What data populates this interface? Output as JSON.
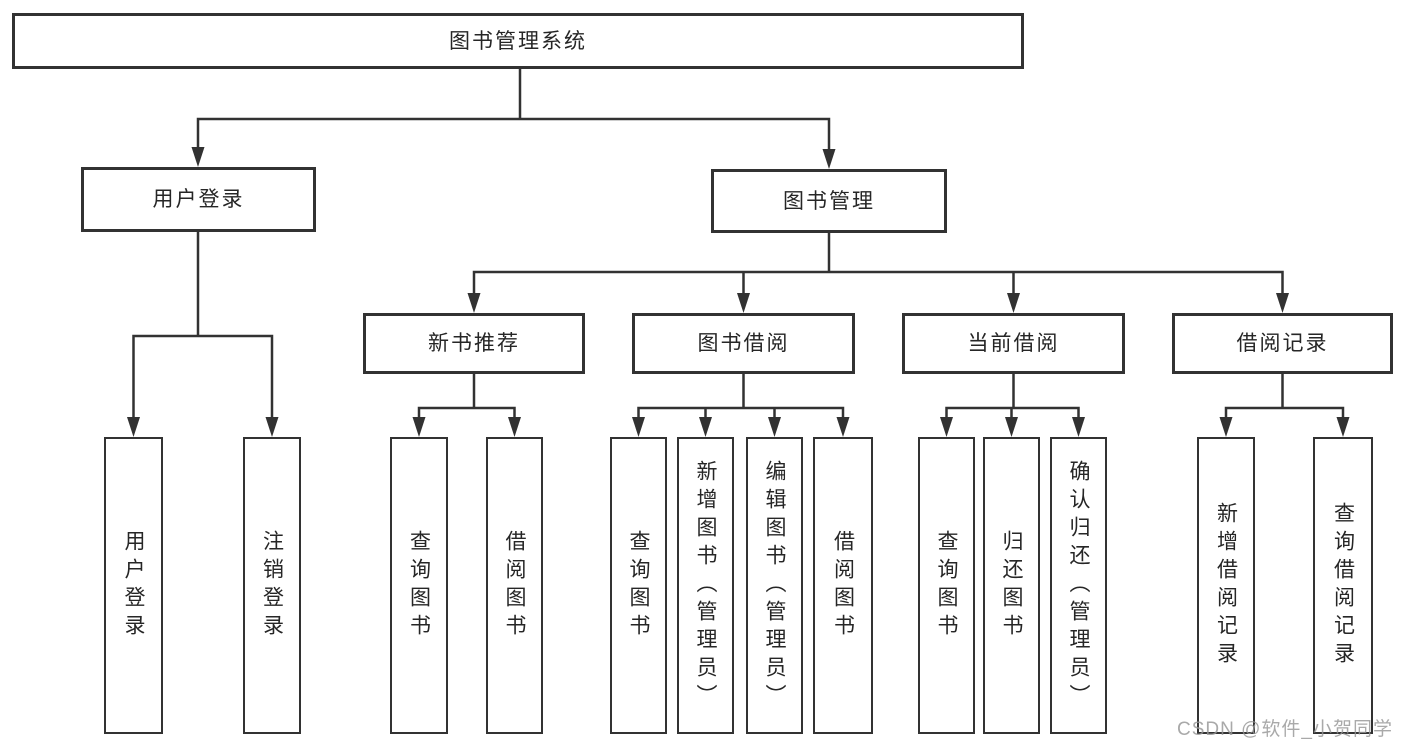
{
  "tree": {
    "label": "图书管理系统",
    "children": [
      {
        "label": "用户登录",
        "children": [
          {
            "label": "用户登录"
          },
          {
            "label": "注销登录"
          }
        ]
      },
      {
        "label": "图书管理",
        "children": [
          {
            "label": "新书推荐",
            "children": [
              {
                "label": "查询图书"
              },
              {
                "label": "借阅图书"
              }
            ]
          },
          {
            "label": "图书借阅",
            "children": [
              {
                "label": "查询图书"
              },
              {
                "label": "新增图书（管理员）"
              },
              {
                "label": "编辑图书（管理员）"
              },
              {
                "label": "借阅图书"
              }
            ]
          },
          {
            "label": "当前借阅",
            "children": [
              {
                "label": "查询图书"
              },
              {
                "label": "归还图书"
              },
              {
                "label": "确认归还（管理员）"
              }
            ]
          },
          {
            "label": "借阅记录",
            "children": [
              {
                "label": "新增借阅记录"
              },
              {
                "label": "查询借阅记录"
              }
            ]
          }
        ]
      }
    ]
  },
  "watermark": {
    "text": "CSDN @软件_小贺同学"
  },
  "colors": {
    "line": "#323232",
    "node_border": "#323232",
    "node_background": "#ffffff",
    "text": "#262626",
    "watermark": "#969696"
  }
}
